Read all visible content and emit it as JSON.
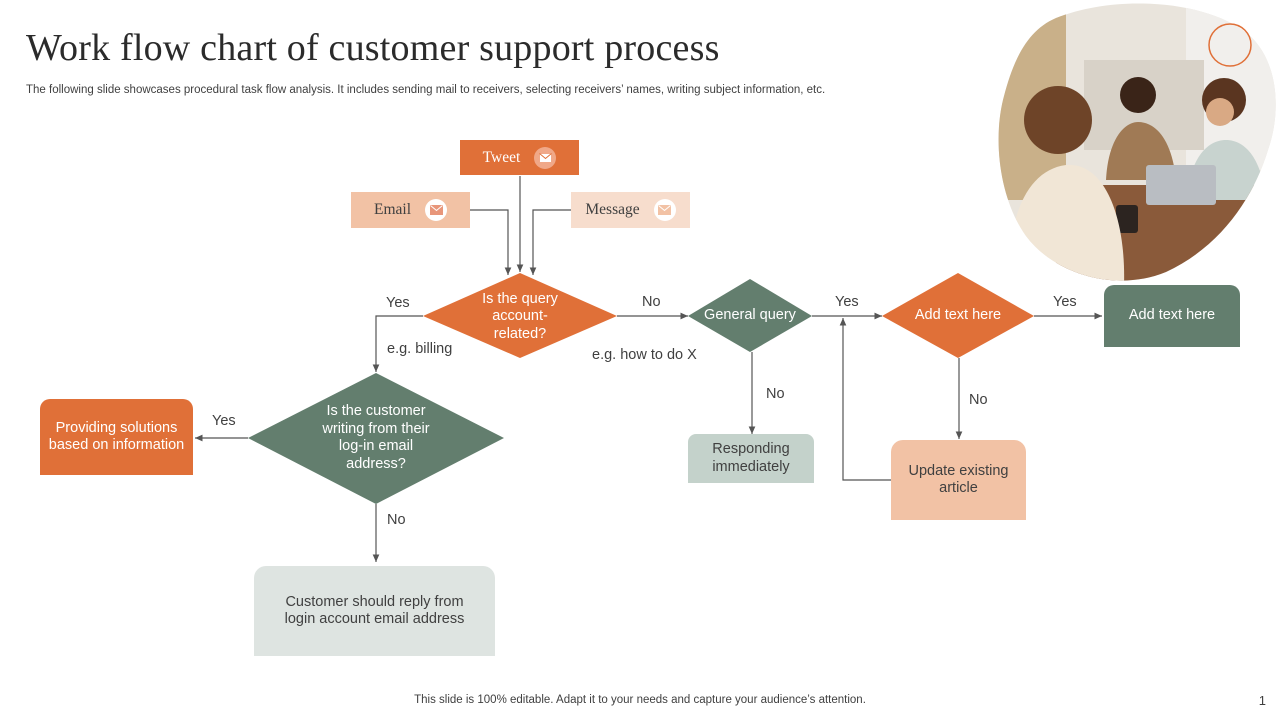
{
  "slide": {
    "title": "Work flow chart of customer support process",
    "subtitle": "The following slide showcases procedural task flow analysis. It includes sending mail to receivers, selecting receivers’ names, writing subject information, etc.",
    "footer": "This slide is 100% editable. Adapt it to your needs and capture your audience’s attention.",
    "page_number": "1"
  },
  "sources": {
    "tweet": {
      "label": "Tweet",
      "icon": "envelope-icon"
    },
    "email": {
      "label": "Email",
      "icon": "envelope-icon"
    },
    "message": {
      "label": "Message",
      "icon": "envelope-icon"
    }
  },
  "nodes": {
    "query_account": "Is the query account-related?",
    "general_query": "General query",
    "add_text_diamond": "Add text here",
    "add_text_box": "Add text here",
    "customer_writing": "Is the customer writing from their log-in email address?",
    "providing_solutions": "Providing solutions based on information",
    "customer_reply": "Customer should reply from login account email address",
    "responding": "Responding immediately",
    "update_article": "Update existing article"
  },
  "edge_labels": {
    "yes_account": "Yes",
    "eg_billing": "e.g. billing",
    "no_account": "No",
    "eg_how_to": "e.g. how to do X",
    "yes_general": "Yes",
    "yes_add": "Yes",
    "no_general": "No",
    "no_add": "No",
    "yes_customer": "Yes",
    "no_customer": "No"
  },
  "colors": {
    "orange": "#e07038",
    "peach": "#f2c2a5",
    "light_peach": "#f7ddcd",
    "green": "#637e6e",
    "grey_green": "#c4d2cb",
    "pale": "#dee4e1",
    "line": "#555555"
  }
}
